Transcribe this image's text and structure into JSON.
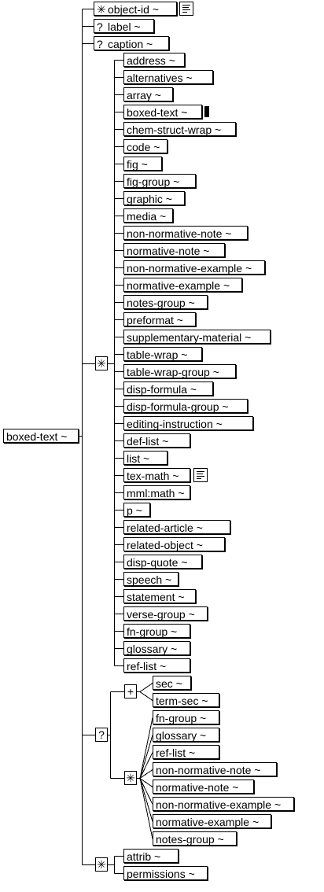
{
  "root": {
    "label": "boxed-text ~"
  },
  "top_children": [
    {
      "label": "object-id ~",
      "marker": "✳"
    },
    {
      "label": "label ~",
      "marker": "?"
    },
    {
      "label": "caption ~",
      "marker": "?"
    }
  ],
  "choice_marker": "✳",
  "choice_items": [
    "address ~",
    "alternatives ~",
    "array ~",
    "boxed-text ~",
    "chem-struct-wrap ~",
    "code ~",
    "fig ~",
    "fig-group ~",
    "graphic ~",
    "media ~",
    "non-normative-note ~",
    "normative-note ~",
    "non-normative-example ~",
    "normative-example ~",
    "notes-group ~",
    "preformat ~",
    "supplementary-material ~",
    "table-wrap ~",
    "table-wrap-group ~",
    "disp-formula ~",
    "disp-formula-group ~",
    "editing-instruction ~",
    "def-list ~",
    "list ~",
    "tex-math ~",
    "mml:math ~",
    "p ~",
    "related-article ~",
    "related-object ~",
    "disp-quote ~",
    "speech ~",
    "statement ~",
    "verse-group ~",
    "fn-group ~",
    "glossary ~",
    "ref-list ~"
  ],
  "optional_marker": "?",
  "sec_marker": "+",
  "sec_items": [
    "sec ~",
    "term-sec ~"
  ],
  "back_marker": "✳",
  "back_items": [
    "fn-group ~",
    "glossary ~",
    "ref-list ~",
    "non-normative-note ~",
    "normative-note ~",
    "non-normative-example ~",
    "normative-example ~",
    "notes-group ~"
  ],
  "tail_marker": "✳",
  "tail_items": [
    "attrib ~",
    "permissions ~"
  ]
}
